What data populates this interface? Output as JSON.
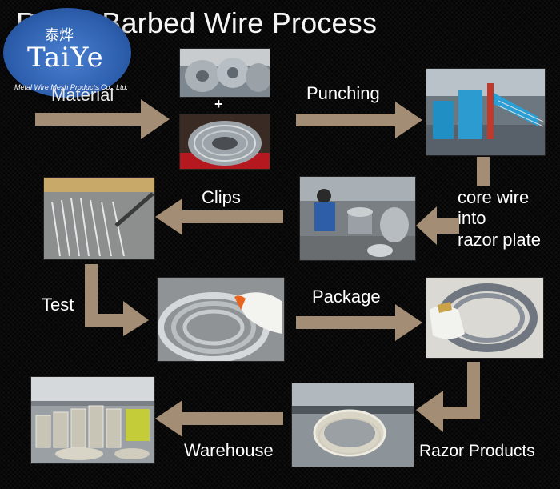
{
  "title": "Razor Barbed Wire Process",
  "logo": {
    "cn": "泰烨",
    "en": "TaiYe",
    "sub": "Metal Wire Mesh Products Co., Ltd."
  },
  "steps": {
    "material": "Material",
    "plus": "+",
    "punching": "Punching",
    "clips": "Clips",
    "core_wire": "core wire\n into\nrazor plate",
    "test": "Test",
    "package": "Package",
    "warehouse": "Warehouse",
    "razor_products": "Razor Products"
  },
  "colors": {
    "arrow": "#a38d74",
    "background": "#050505",
    "logo_blue": "#2d5fae"
  }
}
